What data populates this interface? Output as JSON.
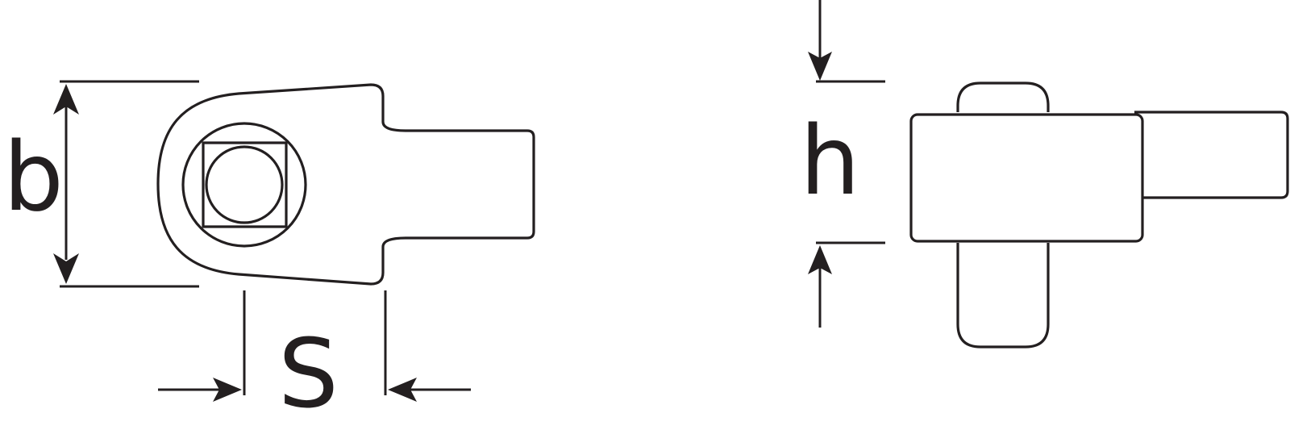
{
  "diagram": {
    "colors": {
      "line": "#231f20",
      "background": "#ffffff"
    },
    "labels": {
      "width_label": "b",
      "size_label": "S",
      "height_label": "h"
    }
  }
}
